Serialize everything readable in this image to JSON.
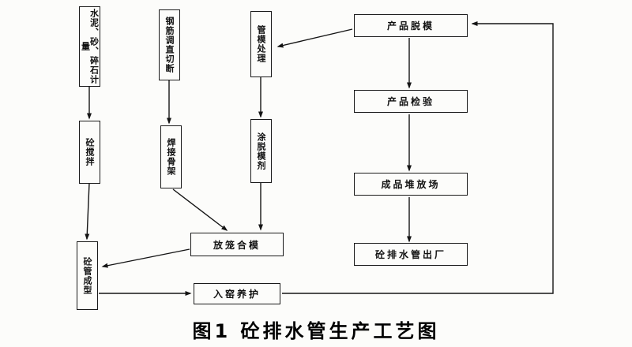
{
  "figure": {
    "caption": "图1  砼排水管生产工艺图"
  },
  "nodes": {
    "materials": {
      "label": "水泥、砂、碎石计量"
    },
    "mixing": {
      "label": "砼搅拌"
    },
    "pipe_forming": {
      "label": "砼管成型"
    },
    "rebar_cut": {
      "label": "钢筋调直切断"
    },
    "weld_cage": {
      "label": "焊接骨架"
    },
    "mold_prep": {
      "label": "管模处理"
    },
    "release_agent": {
      "label": "涂脱模剂"
    },
    "demold": {
      "label": "产品脱模"
    },
    "inspect": {
      "label": "产品检验"
    },
    "stock_yard": {
      "label": "成品堆放场"
    },
    "ship_out": {
      "label": "砼排水管出厂"
    },
    "cage_mold": {
      "label": "放笼合模"
    },
    "kiln_curing": {
      "label": "入窑养护"
    }
  },
  "style": {
    "line_color": "#141414",
    "box_background": "#fcfcfa"
  }
}
